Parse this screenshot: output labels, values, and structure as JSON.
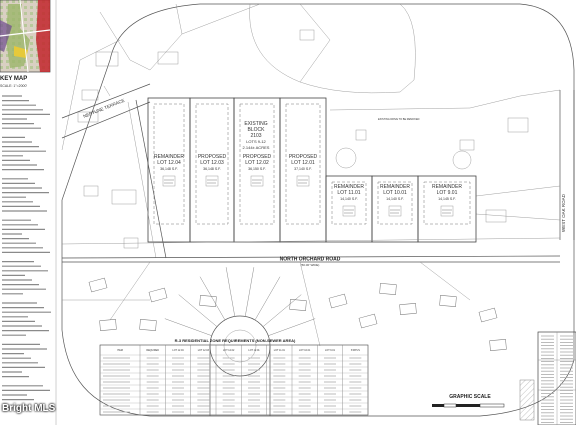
{
  "key_map": {
    "title": "KEY MAP",
    "scale": "SCALE: 1\"=2000'"
  },
  "streets": {
    "neptune_terrace": "NEPTUNE TERRACE",
    "north_orchard_road": "NORTH ORCHARD ROAD",
    "west_oak_road": "WEST OAK ROAD"
  },
  "existing_block": {
    "line1": "EXISTING",
    "line2": "BLOCK",
    "line3": "2103",
    "line4": "LOTS 9-12",
    "line5": "2.144± ACRES"
  },
  "lots": [
    {
      "status": "REMAINDER",
      "lot": "LOT 12.04",
      "area": "36,148 S.F."
    },
    {
      "status": "PROPOSED",
      "lot": "LOT 12.03",
      "area": "36,148 S.F."
    },
    {
      "status": "PROPOSED",
      "lot": "LOT 12.02",
      "area": "36,150 S.F."
    },
    {
      "status": "PROPOSED",
      "lot": "LOT 12.01",
      "area": "37,140 S.F."
    },
    {
      "status": "REMAINDER",
      "lot": "LOT 11.01",
      "area": "14,140 S.F."
    },
    {
      "status": "REMAINDER",
      "lot": "LOT 10.01",
      "area": "14,140 S.F."
    },
    {
      "status": "REMAINDER",
      "lot": "LOT 9.01",
      "area": "14,145 S.F."
    }
  ],
  "zone_table": {
    "title": "R-3 RESIDENTIAL ZONE REQUIREMENTS (NON-SEWER AREA)",
    "header": [
      "ITEM",
      "REQUIRED",
      "LOT 12.04",
      "LOT 12.03",
      "LOT 12.02",
      "LOT 12.01",
      "LOT 11.01",
      "LOT 10.01",
      "LOT 9.01",
      "STATUS"
    ],
    "rows": 10
  },
  "graphic_scale": {
    "title": "GRAPHIC SCALE"
  },
  "watermark": "Bright MLS",
  "colors": {
    "keymap_red": "#c2262d",
    "keymap_green": "#7fa84f",
    "keymap_purple": "#6e4a8f"
  }
}
